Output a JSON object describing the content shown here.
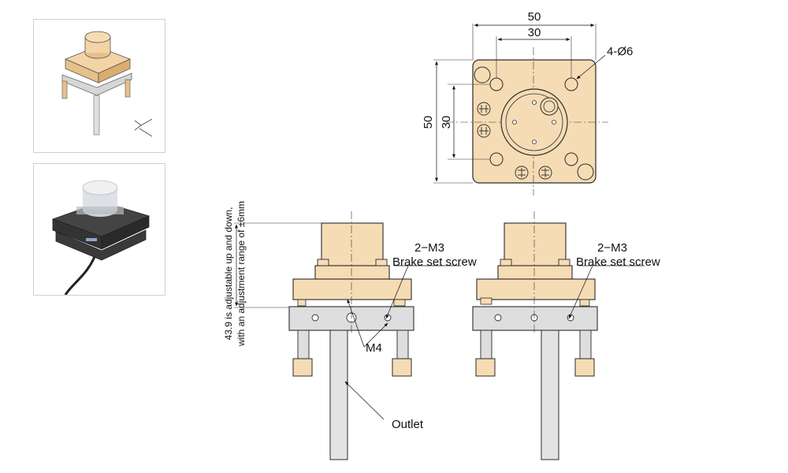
{
  "colors": {
    "part_fill": "#f6dcb4",
    "part_stroke": "#2b2b2b",
    "bracket_fill": "#dedede",
    "post_fill": "#e3e3e3",
    "photo_dark": "#3d3d3d"
  },
  "icons": {
    "photo_top": "cad-render-positioning-clamp",
    "photo_bottom": "product-photo-positioning-clamp"
  },
  "top_view": {
    "dim_width_outer": "50",
    "dim_width_inner": "30",
    "dim_height_outer": "50",
    "dim_height_inner": "30",
    "holes_label": "4-Ø6"
  },
  "front_view_left": {
    "screw_count": "2−M3",
    "screw_label": "Brake set screw",
    "thread_label": "M4",
    "outlet_label": "Outlet",
    "height_note_line1": "43.9 is adjustable up and down,",
    "height_note_line2": "with an adjustment range of ±6mm"
  },
  "front_view_right": {
    "screw_count": "2−M3",
    "screw_label": "Brake set screw"
  }
}
